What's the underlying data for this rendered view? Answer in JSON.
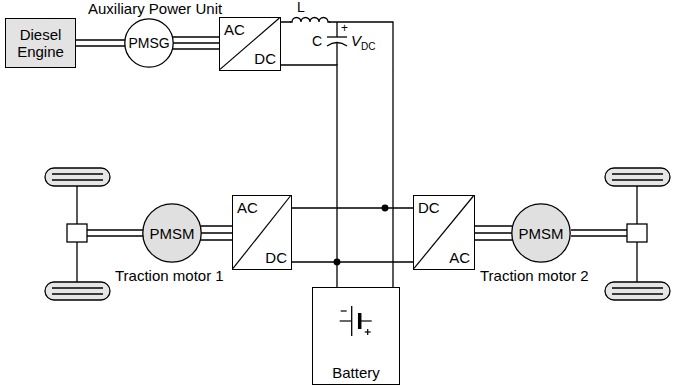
{
  "diagram": {
    "title": "Auxiliary Power Unit",
    "nodes": [
      {
        "text": [
          "Diesel Engine"
        ]
      },
      {
        "text": [
          "PMSG"
        ]
      },
      {
        "text": [
          "AC",
          "DC"
        ]
      },
      {
        "text": [
          "PMSM"
        ]
      },
      {
        "text": [
          "AC",
          "DC"
        ]
      },
      {
        "text": [
          "DC",
          "AC"
        ]
      },
      {
        "text": [
          "PMSM"
        ]
      },
      {
        "text": [
          "Battery"
        ]
      }
    ],
    "edges": [
      {
        "from": 0,
        "to": 1,
        "arrow": "none"
      },
      {
        "from": 1,
        "to": 2,
        "arrow": "none"
      },
      {
        "from": 2,
        "to": 7,
        "arrow": "none"
      },
      {
        "from": 3,
        "to": 4,
        "arrow": "none"
      },
      {
        "from": 4,
        "to": 5,
        "arrow": "none"
      },
      {
        "from": 5,
        "to": 6,
        "arrow": "none"
      }
    ],
    "labels": [
      "L",
      "C",
      "+",
      "V",
      "DC",
      "Traction motor 1",
      "Traction motor 2",
      "+"
    ]
  }
}
